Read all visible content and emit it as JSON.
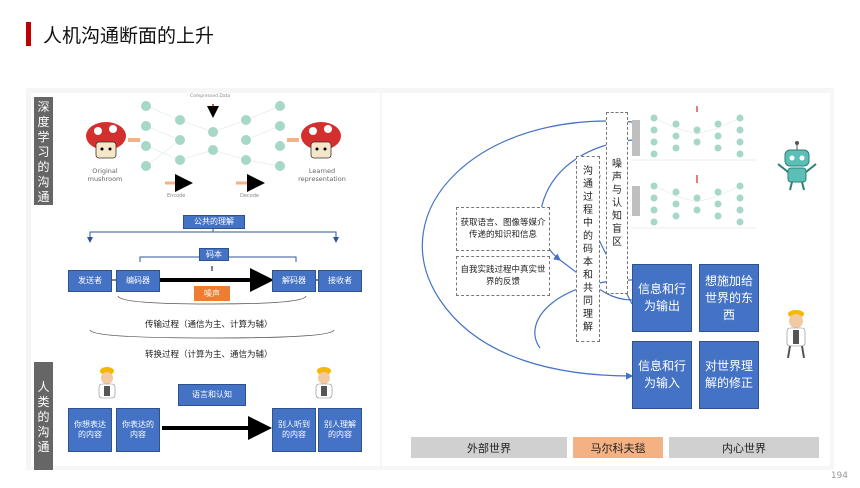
{
  "title": "人机沟通断面的上升",
  "page_number": "194",
  "left": {
    "section_deep": "深度学习的沟通",
    "section_human": "人类的沟通",
    "compressed_data": "Compressed Data",
    "original": "Original mushroom",
    "encode": "Encode",
    "decode": "Decode",
    "learned": "Learned representation",
    "shared_understanding": "公共的理解",
    "codebook": "码本",
    "sender": "发送者",
    "encoder": "编码器",
    "decoder": "解码器",
    "receiver": "接收者",
    "noise": "噪声",
    "transmission": "传输过程（通信为主、计算为辅）",
    "conversion": "转换过程（计算为主、通信为辅）",
    "language_cognition": "语言和认知",
    "want_to_say": "你想表达的内容",
    "you_said": "你表达的内容",
    "others_heard": "别人听到的内容",
    "others_understood": "别人理解的内容"
  },
  "right": {
    "acquire_info": "获取语言、图像等媒介传递的知识和信息",
    "feedback": "自我实践过程中真实世界的反馈",
    "process_codebook": "沟通过程中的码本和共同理解",
    "noise_region": "噪声与认知盲区",
    "info_output": "信息和行为输出",
    "impose_world": "想施加给世界的东西",
    "info_input": "信息和行为输入",
    "world_correction": "对世界理解的修正",
    "outer_world": "外部世界",
    "markov_blanket": "马尔科夫毯",
    "inner_world": "内心世界"
  },
  "colors": {
    "accent": "#c00000",
    "blue": "#4472c4",
    "noise": "#ed7d31",
    "markov": "#f4b183"
  }
}
